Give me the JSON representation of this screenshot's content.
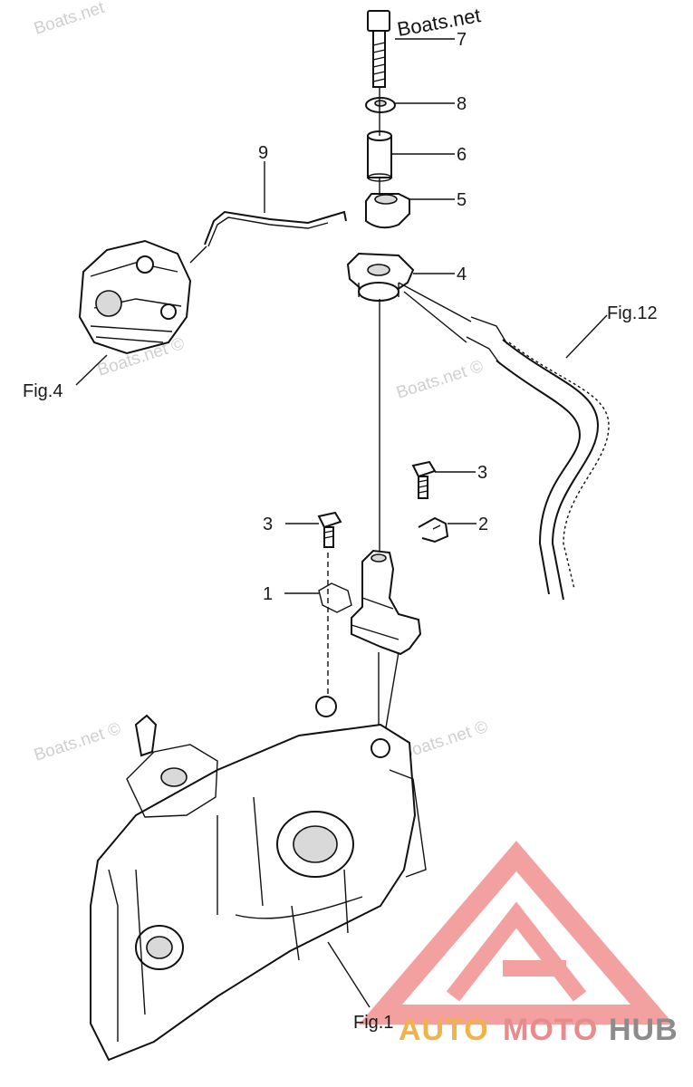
{
  "callouts": {
    "n7": "7",
    "n8": "8",
    "n6": "6",
    "n5": "5",
    "n4": "4",
    "n9": "9",
    "n3_right": "3",
    "n2": "2",
    "n3_left": "3",
    "n1": "1"
  },
  "figure_refs": {
    "fig12": "Fig.12",
    "fig4": "Fig.4",
    "fig1": "Fig.1"
  },
  "watermarks": {
    "top": "Boats.net",
    "faint_1": "Boats.net",
    "faint_2": "Boats.net ©",
    "faint_3": "Boats.net ©",
    "faint_4": "Boats.net ©",
    "faint_5": "Boats.net ©"
  },
  "logo": {
    "part1": "AUTO",
    "part2": "MOTO",
    "part3": "HUB",
    "colors": {
      "auto": "#f0b24a",
      "moto": "#e88b8b",
      "hub": "#8c8c8c",
      "mark": "#f2a0a0"
    }
  }
}
